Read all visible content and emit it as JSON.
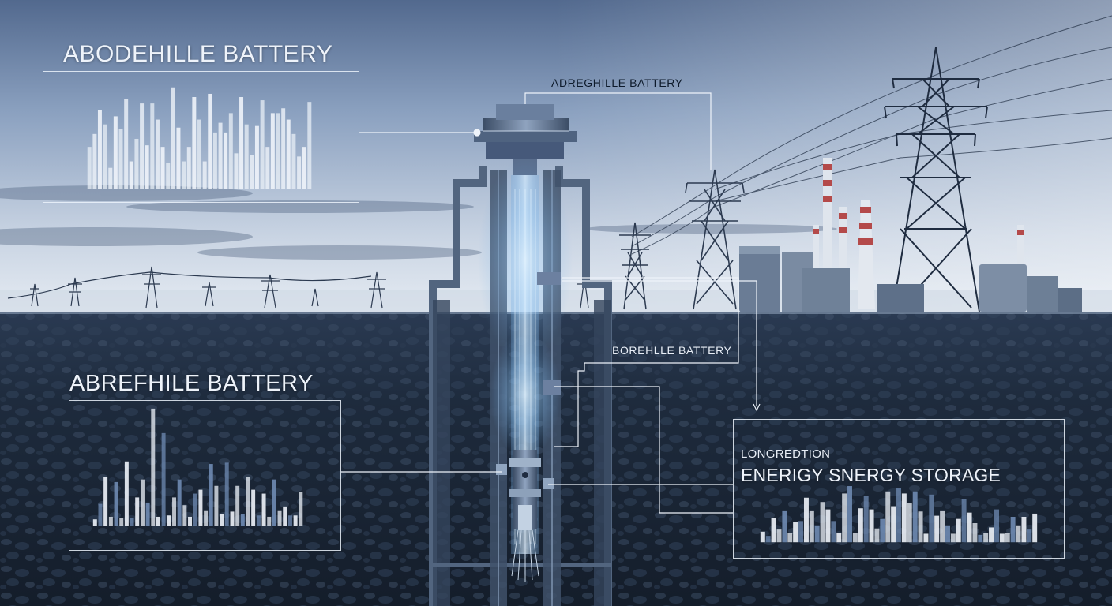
{
  "labels": {
    "title_top": "ABODEHILLE BATTERY",
    "title_mid": "ABREFHILE BATTERY",
    "label_top": "ADREGHILLE BATTERY",
    "label_mid": "BOREHLLE BATTERY",
    "label_small": "LONGREDTION",
    "label_big": "ENERIGY SNERGY STORAGE"
  },
  "colors": {
    "sky_top": "#5a6f92",
    "sky_horizon": "#dfe6ee",
    "ground": "#1c2839",
    "bar_light": "#eef3f9",
    "bar_blue": "#6f8bb3",
    "glow": "#9fd0ff"
  },
  "chart_data": [
    {
      "type": "bar",
      "panel": "top-left",
      "values": [
        26,
        34,
        49,
        40,
        13,
        45,
        37,
        56,
        17,
        31,
        53,
        27,
        53,
        43,
        26,
        16,
        63,
        38,
        17,
        26,
        57,
        43,
        17,
        59,
        35,
        41,
        35,
        47,
        22,
        57,
        40,
        21,
        39,
        55,
        26,
        47,
        47,
        50,
        43,
        34,
        20,
        26,
        54
      ]
    },
    {
      "type": "bar",
      "panel": "bottom-left",
      "values": [
        5,
        17,
        38,
        7,
        34,
        6,
        50,
        6,
        22,
        36,
        18,
        91,
        7,
        72,
        8,
        22,
        36,
        16,
        7,
        25,
        28,
        12,
        48,
        31,
        9,
        49,
        11,
        31,
        9,
        38,
        28,
        8,
        25,
        7,
        36,
        12,
        15,
        8,
        8,
        26
      ]
    },
    {
      "type": "bar",
      "panel": "bottom-right",
      "values": [
        10,
        6,
        23,
        12,
        30,
        9,
        19,
        20,
        42,
        30,
        16,
        38,
        31,
        20,
        9,
        46,
        53,
        9,
        32,
        44,
        31,
        13,
        22,
        48,
        34,
        51,
        46,
        37,
        48,
        29,
        8,
        45,
        25,
        30,
        16,
        8,
        22,
        41,
        28,
        18,
        7,
        9,
        14,
        31,
        8,
        9,
        24,
        16,
        24,
        12,
        27
      ]
    }
  ]
}
